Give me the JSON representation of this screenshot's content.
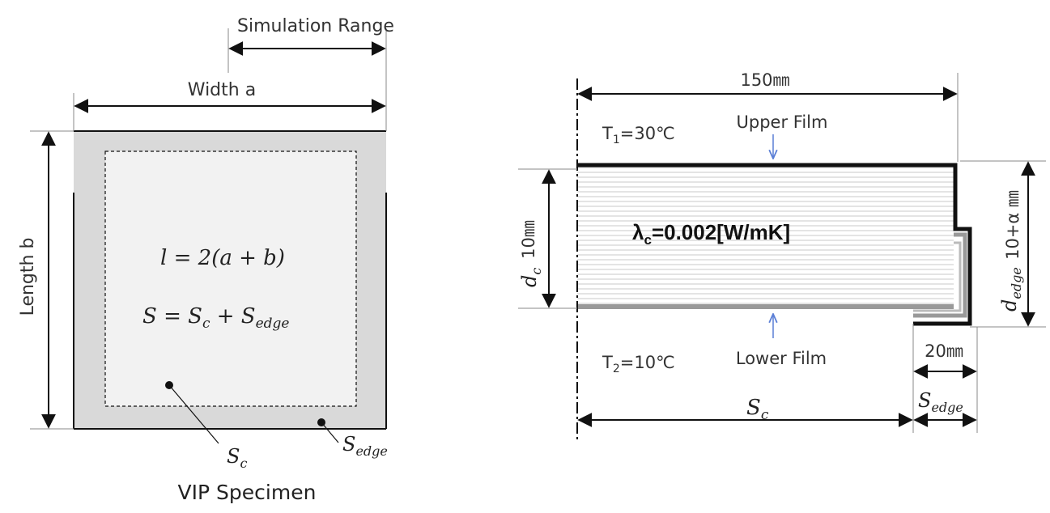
{
  "left_diagram": {
    "simulation_range": "Simulation Range",
    "width_label": "Width a",
    "length_label": "Length b",
    "perimeter_formula": "l = 2(a + b)",
    "area_formula": {
      "lhs": "S = S",
      "sub1": "c",
      "plus": " + S",
      "sub2": "edge"
    },
    "sc_label": {
      "base": "S",
      "sub": "c"
    },
    "sedge_label": {
      "base": "S",
      "sub": "edge"
    },
    "caption": "VIP Specimen"
  },
  "right_diagram": {
    "width_dim": "150㎜",
    "t1": {
      "base": "T",
      "sub": "1",
      "rest": "=30℃"
    },
    "t2": {
      "base": "T",
      "sub": "2",
      "rest": "=10℃"
    },
    "upper_film": "Upper Film",
    "lower_film": "Lower Film",
    "lambda": {
      "base": "λ",
      "sub": "c",
      "rest": "=0.002[W/mK]"
    },
    "dc_label": {
      "base": "d",
      "sub": "c"
    },
    "dc_value": "10㎜",
    "dedge_label": {
      "base": "d",
      "sub": "edge"
    },
    "dedge_value": "10+α ㎜",
    "edge_width": "20㎜",
    "sc_label": {
      "base": "S",
      "sub": "c"
    },
    "sedge_label": {
      "base": "S",
      "sub": "edge"
    }
  },
  "colors": {
    "edge_fill": "#d9d9d9",
    "core_fill": "#f2f2f2",
    "core_lines": "#c8c8c8",
    "lower_film": "#999999",
    "arrow_blue": "#5b7fd6"
  }
}
